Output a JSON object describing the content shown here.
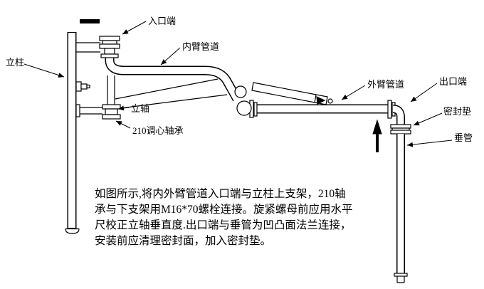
{
  "diagram": {
    "labels": {
      "inlet": "入口端",
      "inner_arm": "内臂管道",
      "column": "立柱",
      "vertical_shaft": "立轴",
      "bearing": "210调心轴承",
      "outer_arm": "外臂管道",
      "outlet": "出口端",
      "gasket": "密封垫",
      "drop_pipe": "垂管"
    },
    "note_lines": [
      "如图所示,将内外臂管道入口端与立柱上支架，210轴",
      "承与下支架用M16*70螺栓连接。旋紧螺母前应用水平",
      "尺校正立轴垂直度.出口端与垂管为凹凸面法兰连接，",
      "安装前应清理密封面，加入密封垫。"
    ],
    "colors": {
      "line": "#000000",
      "background": "#ffffff"
    }
  }
}
